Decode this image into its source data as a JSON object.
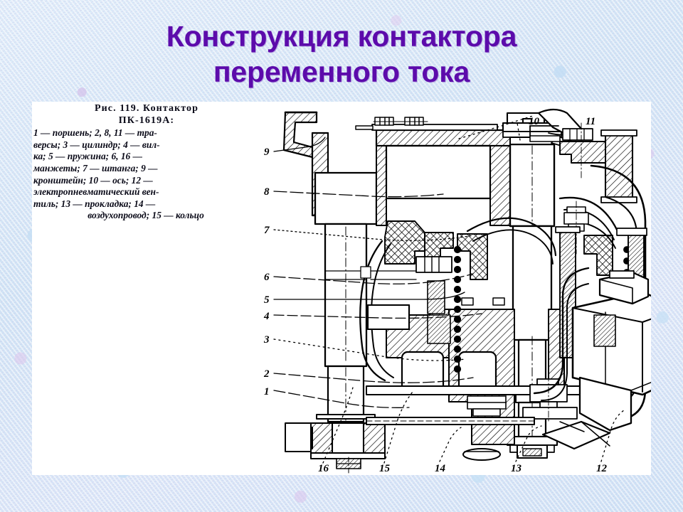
{
  "slide": {
    "background_color": "#dbeaf7",
    "panel_color": "#ffffff"
  },
  "title": {
    "line1": "Конструкция контактора",
    "line2": "переменного тока",
    "color": "#5c0bab"
  },
  "figure": {
    "caption": {
      "heading_line1": "Рис. 119. Контактор",
      "heading_line2": "ПК-1619А:",
      "body_lines": [
        "1 — поршень; 2, 8, 11 — тра-",
        "версы; 3 — цилиндр; 4 — вил-",
        "ка; 5 — пружина; 6, 16 —",
        "манжеты; 7 — штанга; 9 —",
        "кронштейн; 10 — ось; 12 —",
        "электропневматический вен-",
        "тиль; 13 — прокладка; 14 —",
        "воздухопровод; 15 — кольцо"
      ]
    },
    "callouts": {
      "left": [
        "9",
        "8",
        "7",
        "6",
        "5",
        "4",
        "3",
        "2",
        "1"
      ],
      "top_right": [
        "10",
        "11"
      ],
      "bottom": [
        "16",
        "15",
        "14",
        "13",
        "12"
      ]
    },
    "parts_legend": [
      {
        "num": "1",
        "name": "поршень"
      },
      {
        "num": "2",
        "name": "траверса"
      },
      {
        "num": "3",
        "name": "цилиндр"
      },
      {
        "num": "4",
        "name": "вилка"
      },
      {
        "num": "5",
        "name": "пружина"
      },
      {
        "num": "6",
        "name": "манжета"
      },
      {
        "num": "7",
        "name": "штанга"
      },
      {
        "num": "8",
        "name": "траверса"
      },
      {
        "num": "9",
        "name": "кронштейн"
      },
      {
        "num": "10",
        "name": "ось"
      },
      {
        "num": "11",
        "name": "траверса"
      },
      {
        "num": "12",
        "name": "электропневматический вентиль"
      },
      {
        "num": "13",
        "name": "прокладка"
      },
      {
        "num": "14",
        "name": "воздухопровод"
      },
      {
        "num": "15",
        "name": "кольцо"
      },
      {
        "num": "16",
        "name": "манжета"
      }
    ]
  }
}
